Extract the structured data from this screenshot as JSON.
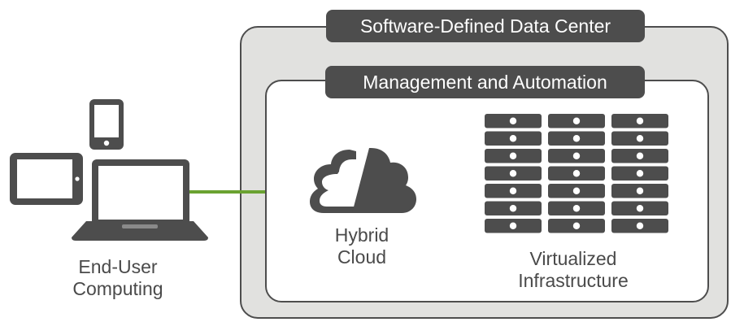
{
  "diagram": {
    "outer_panel": {
      "title": "Software-Defined Data Center"
    },
    "inner_panel": {
      "title": "Management and Automation"
    },
    "hybrid_cloud": {
      "label": "Hybrid\nCloud",
      "icon": "hybrid-cloud-icon"
    },
    "virtualized_infrastructure": {
      "label": "Virtualized\nInfrastructure",
      "icon": "server-rack-icon"
    },
    "end_user_computing": {
      "label": "End-User\nComputing",
      "icons": [
        "smartphone-icon",
        "tablet-icon",
        "laptop-icon"
      ]
    },
    "connector": {
      "color": "#6aa231"
    },
    "colors": {
      "dark": "#4d4d4d",
      "panel_fill": "#e1e1df",
      "text": "#4a4a4a"
    }
  }
}
